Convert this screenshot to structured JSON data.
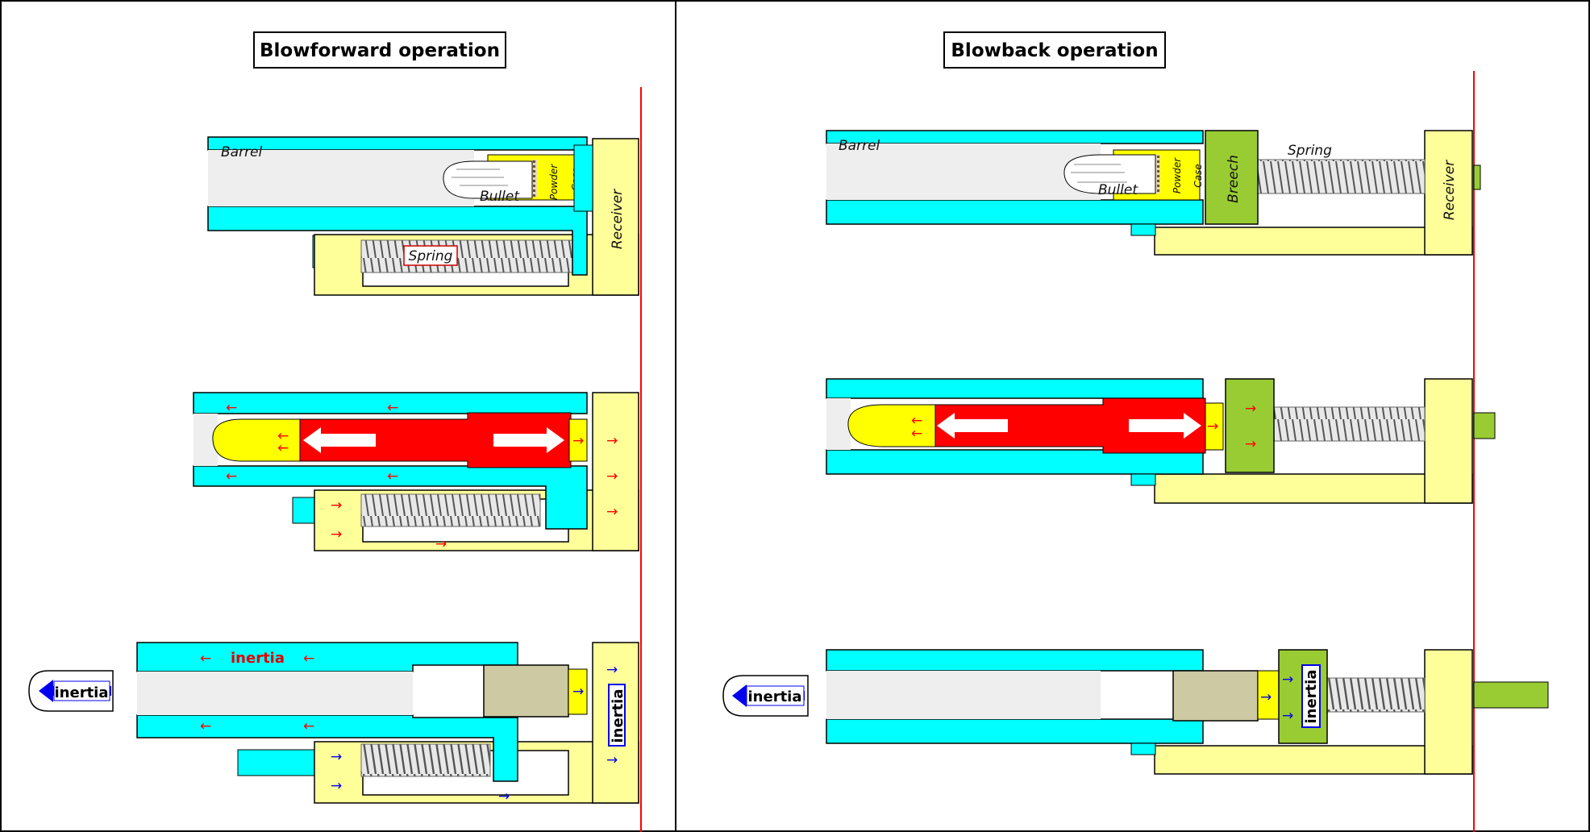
{
  "panels": {
    "left_title": "Blowforward operation",
    "right_title": "Blowback operation"
  },
  "labels": {
    "barrel": "Barrel",
    "bullet": "Bullet",
    "powder": "Powder",
    "case": "Case",
    "receiver": "Receiver",
    "spring": "Spring",
    "breech": "Breech",
    "inertia": "inertia"
  },
  "arrows": {
    "left": "←",
    "right": "→"
  },
  "colors": {
    "barrel": "#00ffff",
    "receiver": "#ffff99",
    "breech": "#99cc33",
    "gas": "#ff0000",
    "bore": "#eeeeee",
    "spent_case": "#ccc9a3",
    "case": "#ffff00",
    "red_line": "#ff0000",
    "arrow_blue": "#0000ee"
  }
}
